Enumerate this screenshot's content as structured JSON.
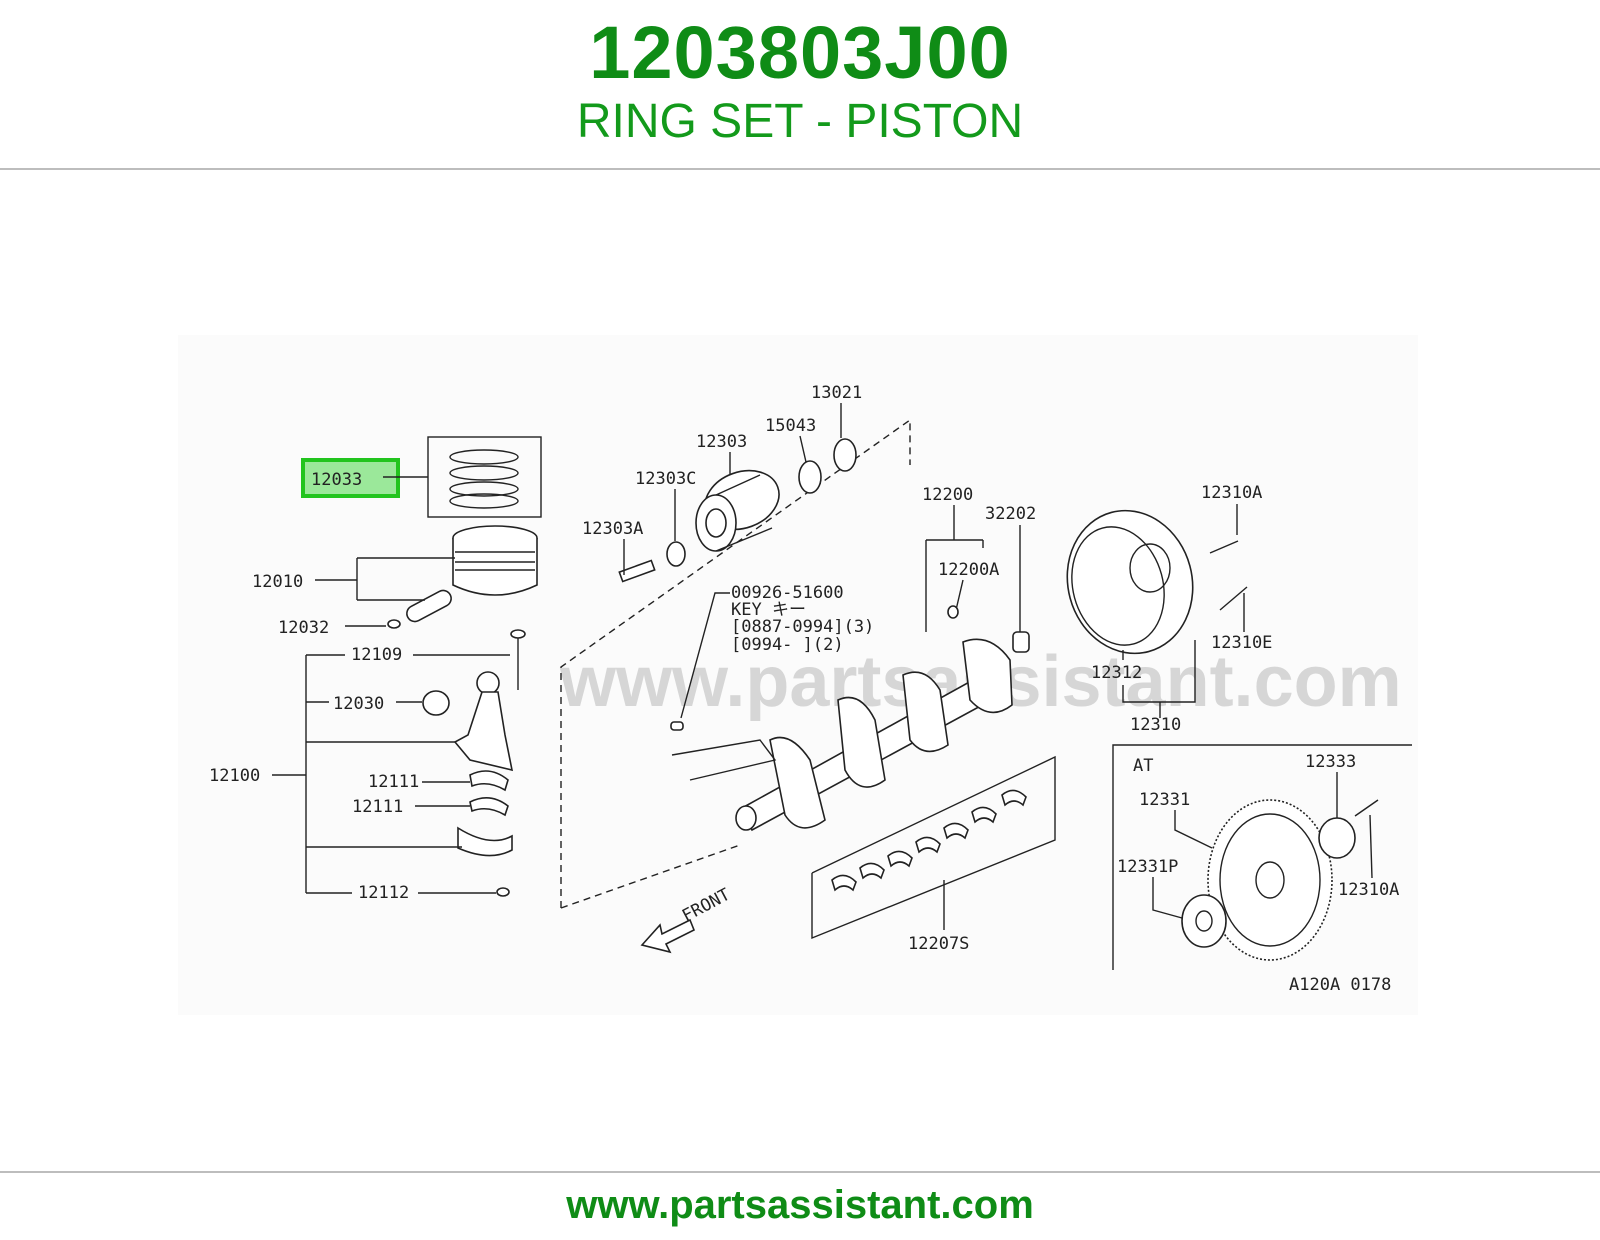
{
  "header": {
    "part_number": "1203803J00",
    "part_name": "RING SET - PISTON"
  },
  "diagram": {
    "highlighted_part": "12033",
    "watermark": "www.partsassistant.com",
    "diagram_code": "A120A 0178",
    "front_label": "FRONT",
    "at_label": "AT",
    "key_note": {
      "line1": "00926-51600",
      "line2": "KEY  キー",
      "line3": "[0887-0994](3)",
      "line4": "[0994-      ](2)"
    },
    "callouts": {
      "p12033": "12033",
      "p12010": "12010",
      "p12032": "12032",
      "p12109": "12109",
      "p12030": "12030",
      "p12100": "12100",
      "p12111a": "12111",
      "p12111b": "12111",
      "p12112": "12112",
      "p13021": "13021",
      "p15043": "15043",
      "p12303": "12303",
      "p12303C": "12303C",
      "p12303A": "12303A",
      "p12200": "12200",
      "p12200A": "12200A",
      "p32202": "32202",
      "p12310A": "12310A",
      "p12310E": "12310E",
      "p12312": "12312",
      "p12310": "12310",
      "p12207S": "12207S",
      "p12333": "12333",
      "p12331": "12331",
      "p12331P": "12331P",
      "p12310A_at": "12310A"
    }
  },
  "footer": {
    "url": "www.partsassistant.com"
  },
  "colors": {
    "brand_green": "#0f8c16",
    "highlight_green": "#22c41e",
    "highlight_fill": "#9be89a",
    "rule_gray": "#bdbdbd"
  }
}
